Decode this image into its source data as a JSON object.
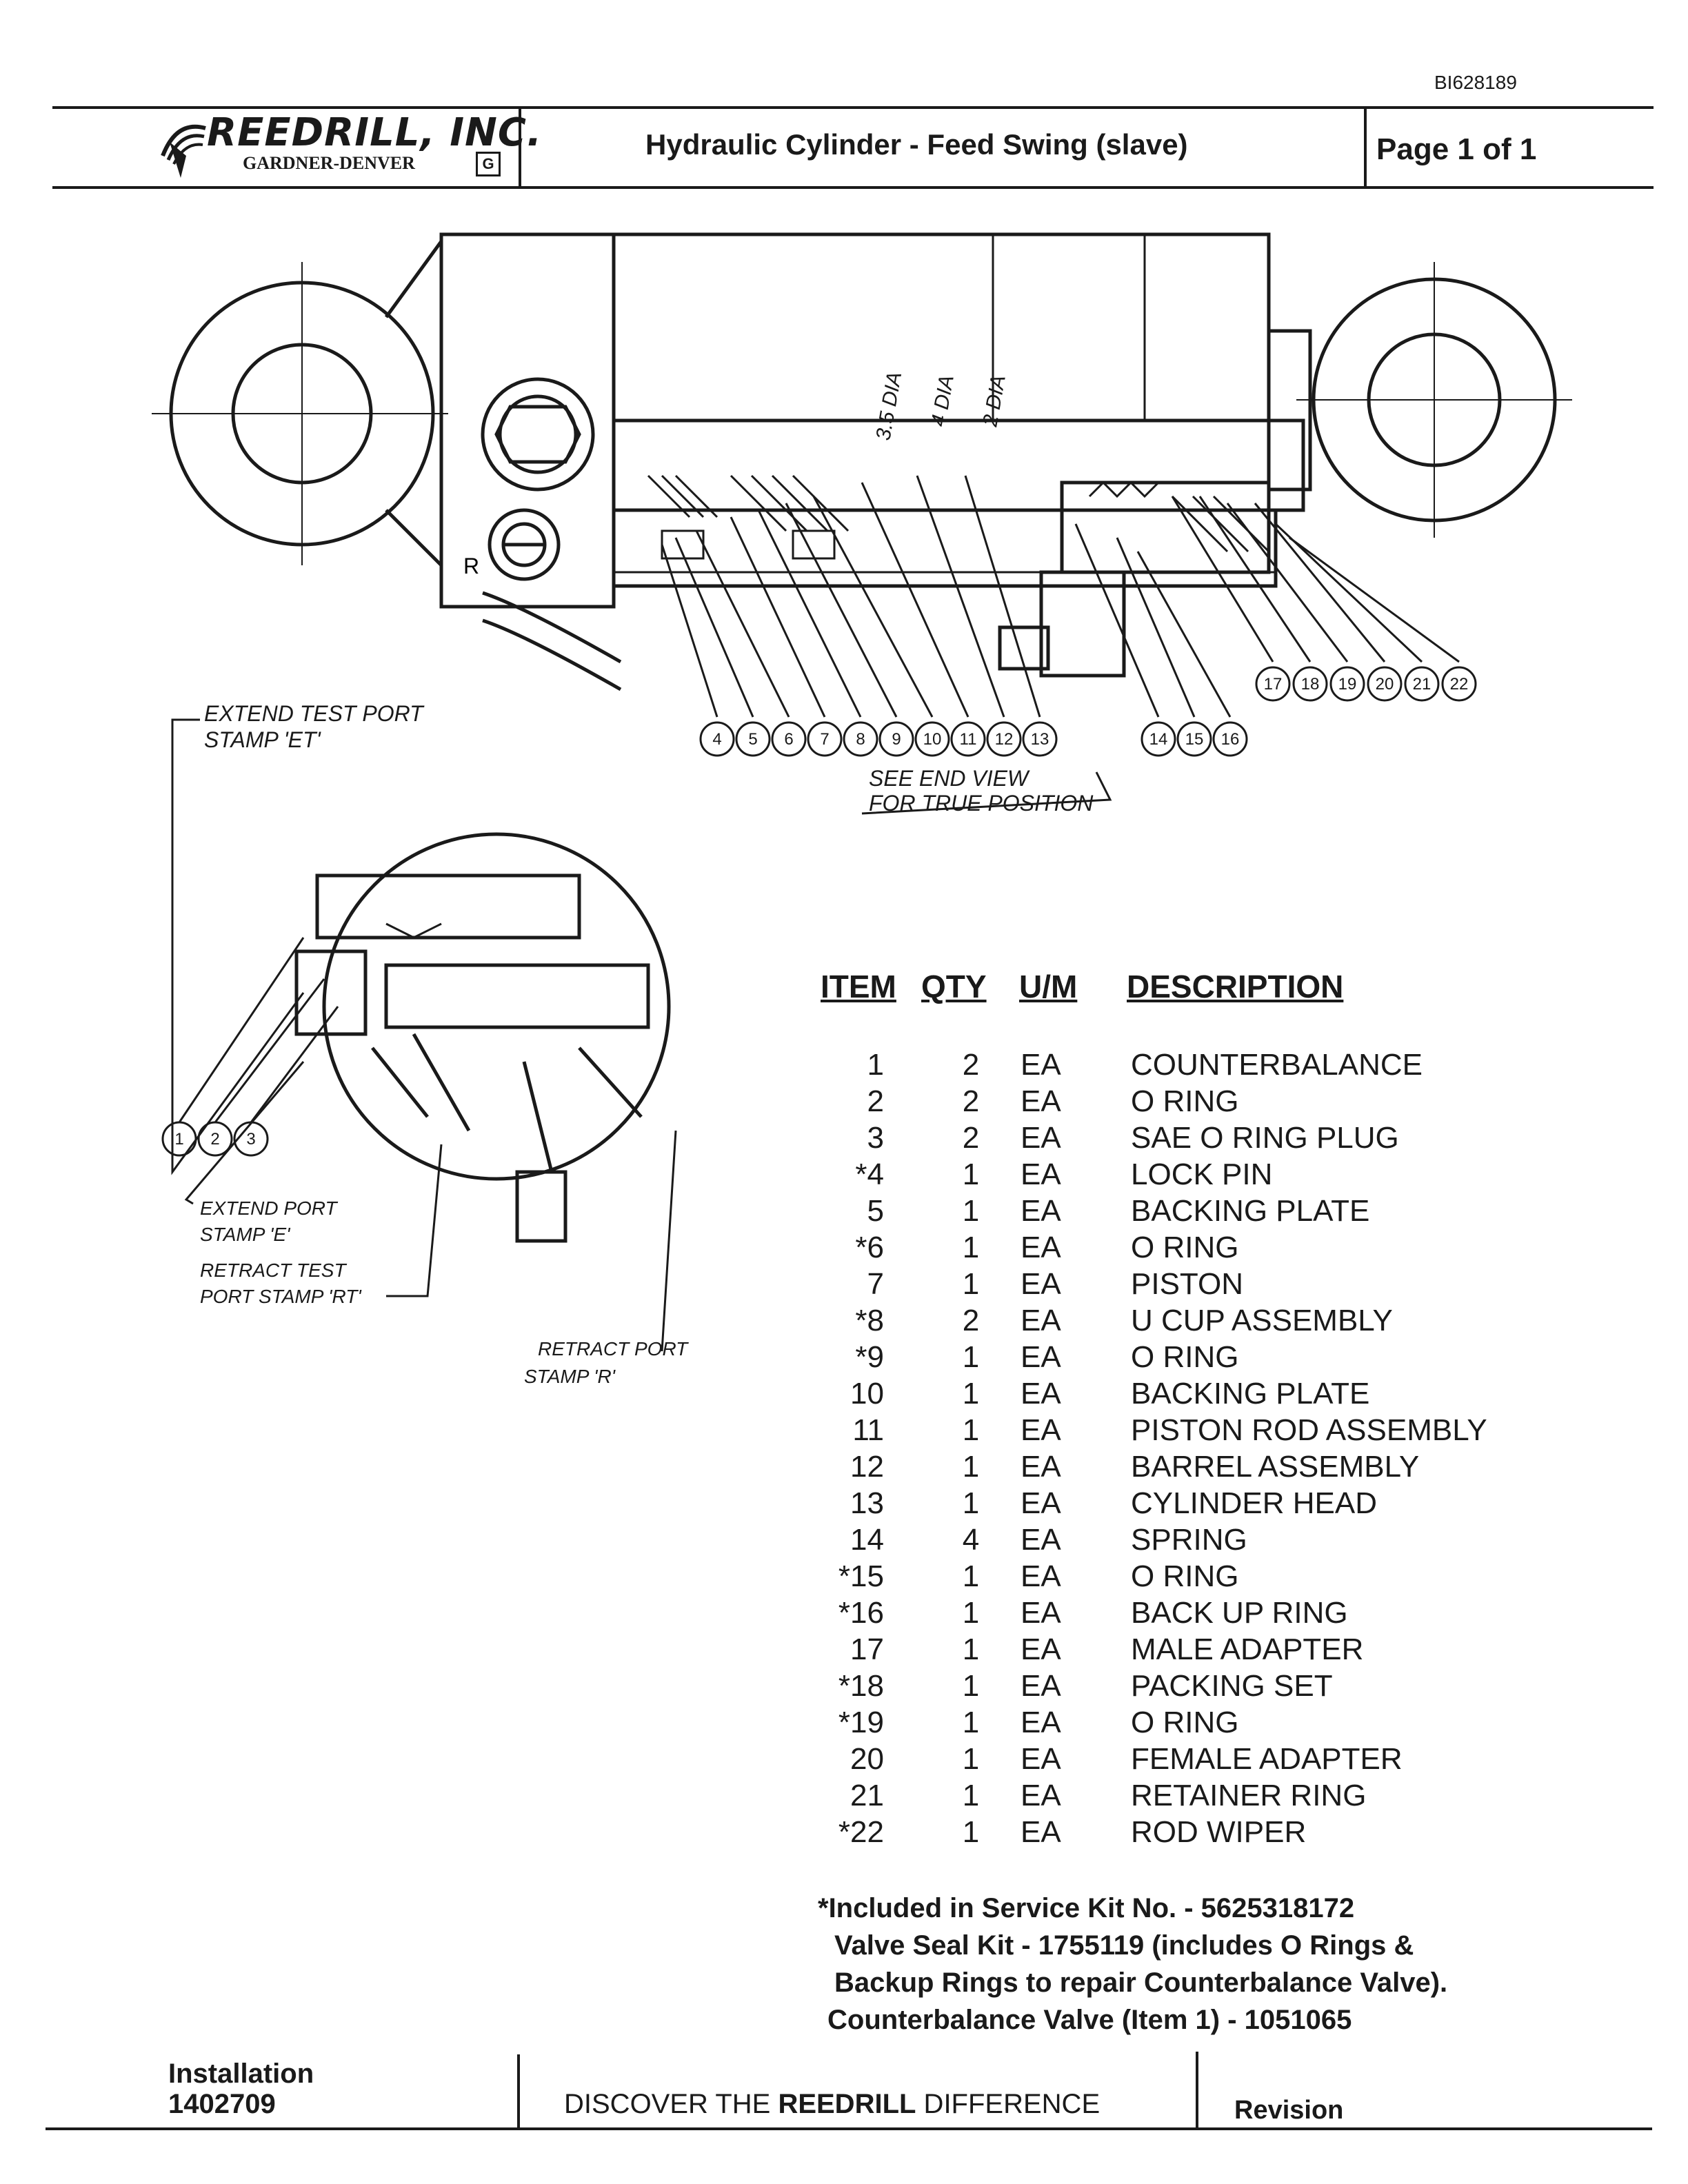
{
  "doc_id": "BI628189",
  "header": {
    "logo_main": "REEDRILL, INC.",
    "logo_sub": "GARDNER-DENVER",
    "title": "Hydraulic Cylinder - Feed Swing (slave)",
    "page": "Page 1 of 1"
  },
  "drawing": {
    "callouts_top_right": [
      "17",
      "18",
      "19",
      "20",
      "21",
      "22"
    ],
    "callouts_middle": [
      "4",
      "5",
      "6",
      "7",
      "8",
      "9",
      "10",
      "11",
      "12",
      "13"
    ],
    "callouts_14_16": [
      "14",
      "15",
      "16"
    ],
    "callouts_end_view": [
      "1",
      "2",
      "3"
    ],
    "port_mark": "R",
    "dim_1": "3.5 DIA",
    "dim_2": "4 DIA",
    "dim_3": "2 DIA",
    "note_extend_test_1": "EXTEND TEST PORT",
    "note_extend_test_2": "STAMP 'ET'",
    "note_see_end_1": "SEE END VIEW",
    "note_see_end_2": "FOR TRUE POSITION",
    "note_extend_port_1": "EXTEND PORT",
    "note_extend_port_2": "STAMP 'E'",
    "note_retract_test_1": "RETRACT TEST",
    "note_retract_test_2": "PORT STAMP 'RT'",
    "note_retract_port_1": "RETRACT PORT",
    "note_retract_port_2": "STAMP 'R'"
  },
  "parts_table": {
    "headers": {
      "item": "ITEM",
      "qty": "QTY",
      "um": "U/M",
      "description": "DESCRIPTION"
    },
    "rows": [
      {
        "item": "1",
        "qty": "2",
        "um": "EA",
        "description": "COUNTERBALANCE"
      },
      {
        "item": "2",
        "qty": "2",
        "um": "EA",
        "description": "O RING"
      },
      {
        "item": "3",
        "qty": "2",
        "um": "EA",
        "description": "SAE O RING PLUG"
      },
      {
        "item": "*4",
        "qty": "1",
        "um": "EA",
        "description": "LOCK PIN"
      },
      {
        "item": "5",
        "qty": "1",
        "um": "EA",
        "description": "BACKING PLATE"
      },
      {
        "item": "*6",
        "qty": "1",
        "um": "EA",
        "description": "O RING"
      },
      {
        "item": "7",
        "qty": "1",
        "um": "EA",
        "description": "PISTON"
      },
      {
        "item": "*8",
        "qty": "2",
        "um": "EA",
        "description": "U CUP ASSEMBLY"
      },
      {
        "item": "*9",
        "qty": "1",
        "um": "EA",
        "description": "O RING"
      },
      {
        "item": "10",
        "qty": "1",
        "um": "EA",
        "description": "BACKING PLATE"
      },
      {
        "item": "11",
        "qty": "1",
        "um": "EA",
        "description": "PISTON ROD ASSEMBLY"
      },
      {
        "item": "12",
        "qty": "1",
        "um": "EA",
        "description": "BARREL ASSEMBLY"
      },
      {
        "item": "13",
        "qty": "1",
        "um": "EA",
        "description": "CYLINDER HEAD"
      },
      {
        "item": "14",
        "qty": "4",
        "um": "EA",
        "description": "SPRING"
      },
      {
        "item": "*15",
        "qty": "1",
        "um": "EA",
        "description": "O RING"
      },
      {
        "item": "*16",
        "qty": "1",
        "um": "EA",
        "description": "BACK UP RING"
      },
      {
        "item": "17",
        "qty": "1",
        "um": "EA",
        "description": "MALE ADAPTER"
      },
      {
        "item": "*18",
        "qty": "1",
        "um": "EA",
        "description": "PACKING SET"
      },
      {
        "item": "*19",
        "qty": "1",
        "um": "EA",
        "description": "O RING"
      },
      {
        "item": "20",
        "qty": "1",
        "um": "EA",
        "description": "FEMALE ADAPTER"
      },
      {
        "item": "21",
        "qty": "1",
        "um": "EA",
        "description": "RETAINER RING"
      },
      {
        "item": "*22",
        "qty": "1",
        "um": "EA",
        "description": "ROD WIPER"
      }
    ]
  },
  "notes": [
    "*Included in Service Kit No. - 5625318172",
    "Valve Seal Kit  - 1755119 (includes O Rings &",
    "Backup Rings to repair Counterbalance Valve).",
    "Counterbalance Valve (Item 1) - 1051065"
  ],
  "footer": {
    "installation_label": "Installation",
    "installation_number": "1402709",
    "tagline_pre": "DISCOVER THE ",
    "tagline_brand": "REEDRILL",
    "tagline_post": " DIFFERENCE",
    "revision_label": "Revision"
  }
}
